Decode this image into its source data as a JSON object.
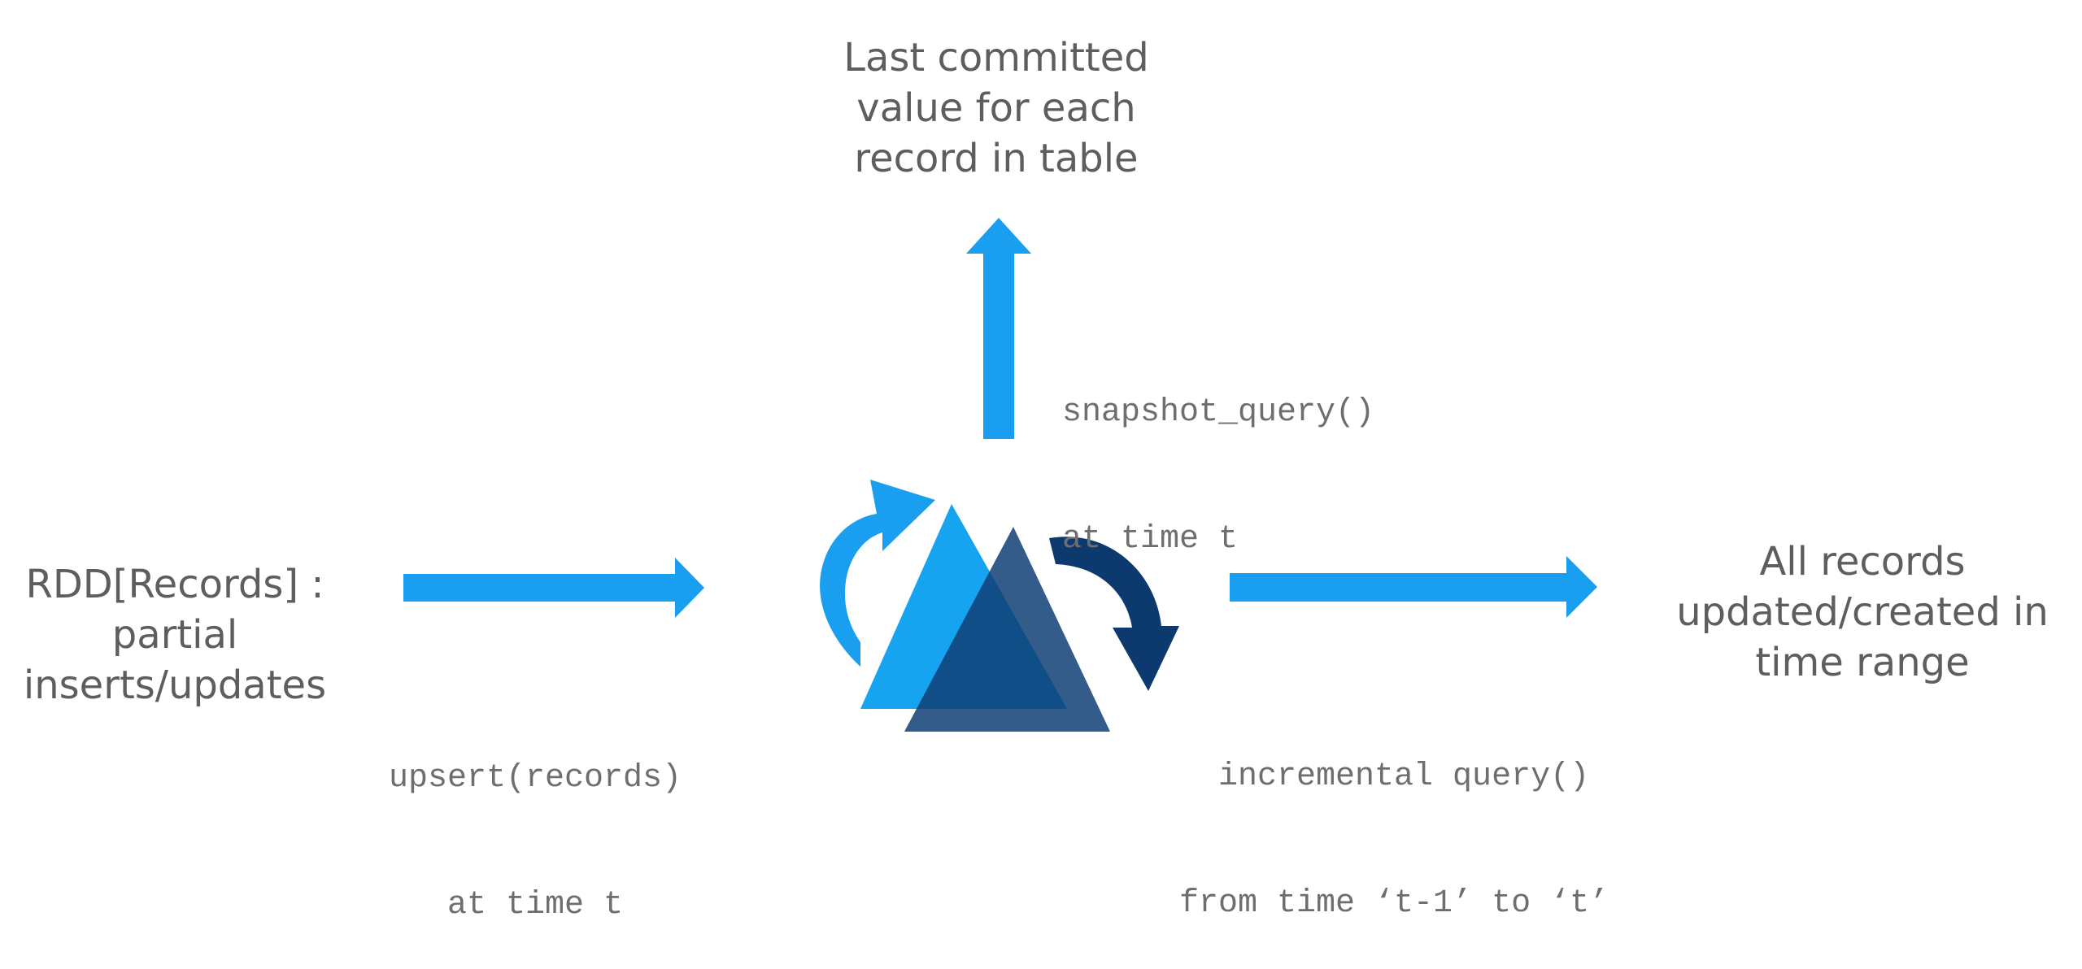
{
  "top_output": {
    "lines": [
      "Last committed",
      "value for each",
      "record in table"
    ]
  },
  "snapshot_label": {
    "lines": [
      "snapshot_query()",
      "at time t"
    ]
  },
  "left_input": {
    "lines": [
      "RDD[Records] :",
      "partial",
      "inserts/updates"
    ]
  },
  "upsert_label": {
    "lines": [
      "upsert(records)",
      "   at time t"
    ]
  },
  "incremental_label": {
    "lines": [
      "  incremental query()",
      "from time ‘t-1’ to ‘t’"
    ]
  },
  "right_output": {
    "lines": [
      "All records",
      "updated/created in",
      "time range"
    ]
  },
  "colors": {
    "arrow_blue": "#1a9ff0",
    "triangle_light": "#16a4f0",
    "triangle_dark": "#0f3f75",
    "rotate_dark": "#0d3a6e"
  },
  "icons": [
    "hudi-logo-icon",
    "rotate-clockwise-icon",
    "rotate-cycle-icon"
  ]
}
